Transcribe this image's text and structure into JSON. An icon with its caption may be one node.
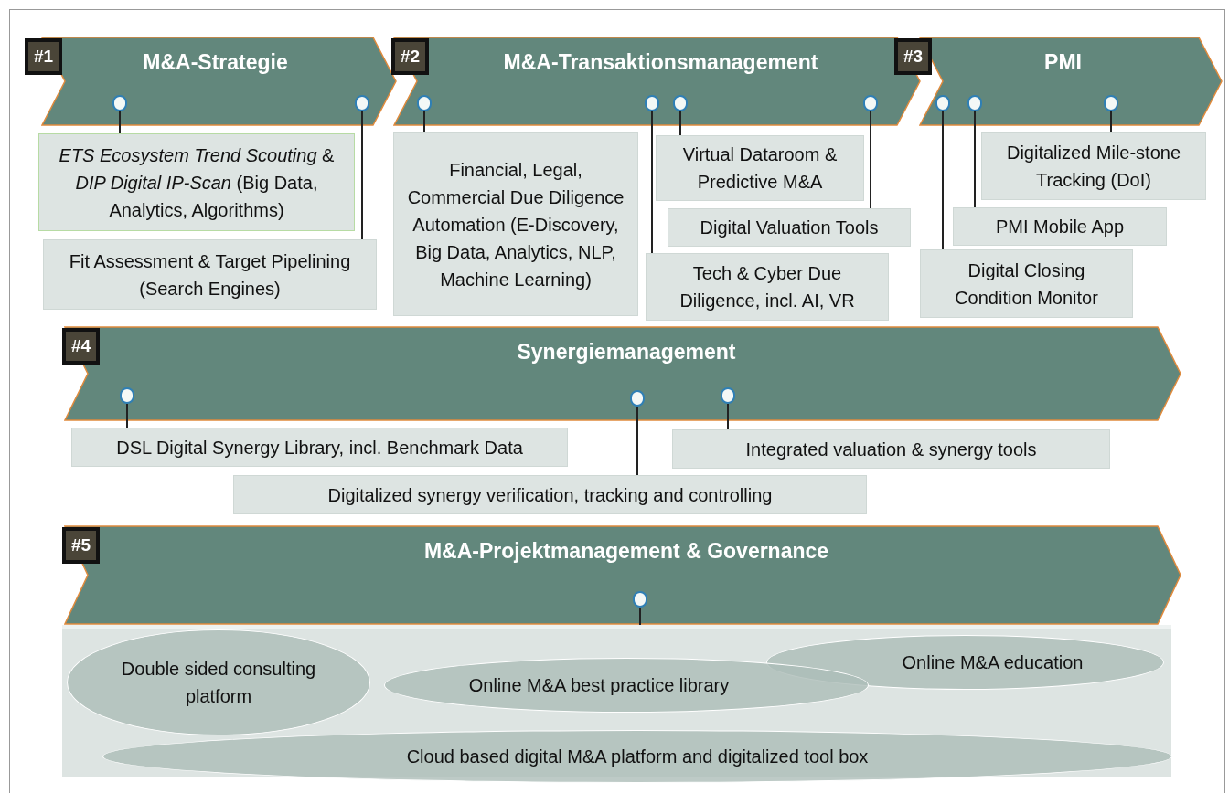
{
  "diagram": {
    "nodes": [
      {
        "text": [
          "#1",
          "M&A-Strategie"
        ]
      },
      {
        "text": [],
        "shape": "circle",
        "in": 0
      },
      {
        "text": [],
        "shape": "circle",
        "in": 0
      },
      {
        "text": [
          "#2",
          "M&A-Transaktionsmanagement"
        ]
      },
      {
        "text": [],
        "shape": "circle",
        "in": 3
      },
      {
        "text": [],
        "shape": "circle",
        "in": 3
      },
      {
        "text": [],
        "shape": "circle",
        "in": 3
      },
      {
        "text": [],
        "shape": "circle",
        "in": 3
      },
      {
        "text": [
          "#3",
          "PMI"
        ]
      },
      {
        "text": [],
        "shape": "circle",
        "in": 8
      },
      {
        "text": [],
        "shape": "circle",
        "in": 8
      },
      {
        "text": [],
        "shape": "circle",
        "in": 8
      },
      {
        "text": [
          "*ETS Ecosystem Trend Scouting* & *DIP Digital IP-Scan* (Big Data, Analytics, Algorithms)"
        ]
      },
      {
        "text": [
          "Fit Assessment & Target Pipelining (Search Engines)"
        ]
      },
      {
        "text": [
          "Financial, Legal, Commercial Due Diligence Automation (E-Discovery, Big Data, Analytics, NLP, Machine Learning)"
        ]
      },
      {
        "text": [
          "Virtual Dataroom & Predictive M&A"
        ]
      },
      {
        "text": [
          "Digital Valuation Tools"
        ]
      },
      {
        "text": [
          "Tech & Cyber Due Diligence, incl. AI, VR"
        ]
      },
      {
        "text": [
          "Digitalized Mile-stone Tracking (DoI)"
        ]
      },
      {
        "text": [
          "PMI Mobile App"
        ]
      },
      {
        "text": [
          "Digital Closing Condition Monitor"
        ]
      },
      {
        "text": [
          "#4",
          "Synergiemanagement"
        ]
      },
      {
        "text": [],
        "shape": "circle",
        "in": 21
      },
      {
        "text": [],
        "shape": "circle",
        "in": 21
      },
      {
        "text": [],
        "shape": "circle",
        "in": 21
      },
      {
        "text": [
          "DSL Digital Synergy Library, incl. Benchmark Data"
        ]
      },
      {
        "text": [
          "Integrated valuation & synergy tools"
        ]
      },
      {
        "text": [
          "Digitalized synergy verification, tracking and controlling"
        ]
      },
      {
        "text": [
          "#5",
          "M&A-Projektmanagement & Governance"
        ]
      },
      {
        "text": [],
        "shape": "circle",
        "in": 28
      },
      {
        "text": [],
        "shape": "box"
      },
      {
        "text": [
          "Double sided consulting platform"
        ],
        "in": 30
      },
      {
        "text": [
          "Online M&A education"
        ],
        "in": 30
      },
      {
        "text": [
          "Online M&A best practice library"
        ],
        "in": 30
      },
      {
        "text": [
          "Cloud based digital M&A platform and digitalized tool box"
        ],
        "in": 30
      }
    ],
    "edges": [
      {
        "from": 12,
        "to": 1,
        "arrow": "none"
      },
      {
        "from": 13,
        "to": 2,
        "arrow": "none"
      },
      {
        "from": 14,
        "to": 4,
        "arrow": "none"
      },
      {
        "from": 17,
        "to": 5,
        "arrow": "none"
      },
      {
        "from": 15,
        "to": 6,
        "arrow": "none"
      },
      {
        "from": 16,
        "to": 7,
        "arrow": "none"
      },
      {
        "from": 20,
        "to": 9,
        "arrow": "none"
      },
      {
        "from": 19,
        "to": 10,
        "arrow": "none"
      },
      {
        "from": 18,
        "to": 11,
        "arrow": "none"
      },
      {
        "from": 25,
        "to": 22,
        "arrow": "none"
      },
      {
        "from": 27,
        "to": 23,
        "arrow": "none"
      },
      {
        "from": 26,
        "to": 24,
        "arrow": "none"
      },
      {
        "from": 30,
        "to": 29,
        "arrow": "none"
      }
    ]
  }
}
